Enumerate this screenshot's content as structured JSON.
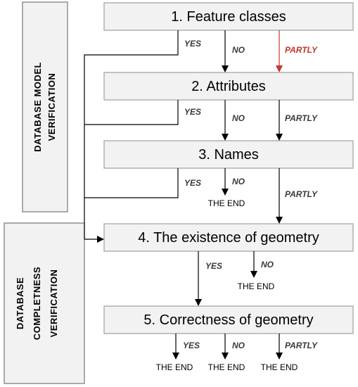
{
  "side_labels": {
    "model": [
      "DATABASE MODEL",
      "VERIFICATION"
    ],
    "completeness": [
      "DATABASE",
      "COMPLETNESS",
      "VERIFICATION"
    ]
  },
  "steps": [
    "1. Feature classes",
    "2. Attributes",
    "3. Names",
    "4. The existence of geometry",
    "5. Correctness of geometry"
  ],
  "edges": {
    "yes": "YES",
    "no": "NO",
    "partly": "PARTLY"
  },
  "end_label": "THE END",
  "colors": {
    "highlight": "#c0392b"
  }
}
